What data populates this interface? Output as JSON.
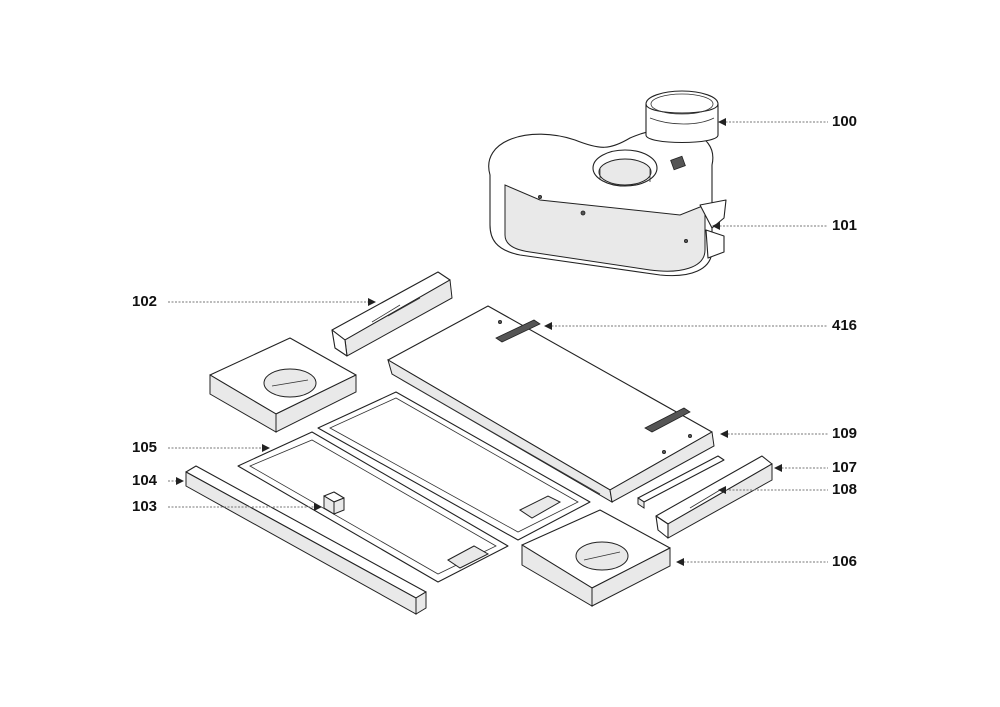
{
  "diagram": {
    "callouts": [
      {
        "id": "c100",
        "label": "100"
      },
      {
        "id": "c101",
        "label": "101"
      },
      {
        "id": "c102",
        "label": "102"
      },
      {
        "id": "c416",
        "label": "416"
      },
      {
        "id": "c105",
        "label": "105"
      },
      {
        "id": "c109",
        "label": "109"
      },
      {
        "id": "c104",
        "label": "104"
      },
      {
        "id": "c107",
        "label": "107"
      },
      {
        "id": "c108",
        "label": "108"
      },
      {
        "id": "c103",
        "label": "103"
      },
      {
        "id": "c106",
        "label": "106"
      }
    ]
  }
}
